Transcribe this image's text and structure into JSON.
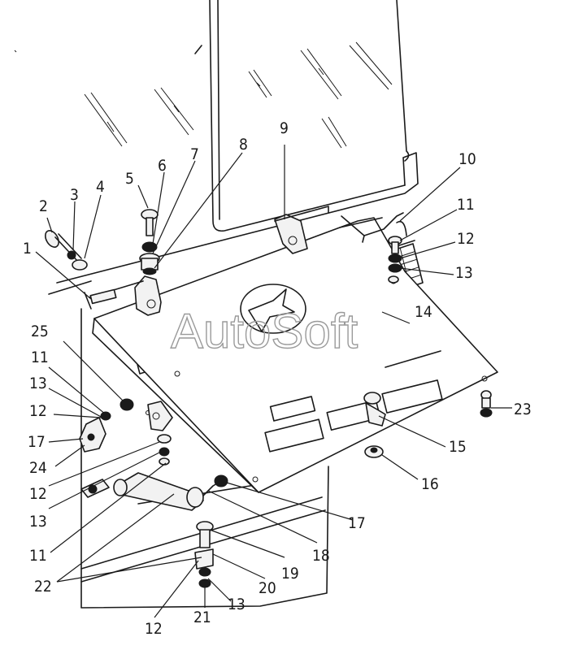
{
  "watermark": "AutoSoft",
  "callouts": [
    {
      "id": "c1",
      "text": "1"
    },
    {
      "id": "c2",
      "text": "2"
    },
    {
      "id": "c3",
      "text": "3"
    },
    {
      "id": "c4",
      "text": "4"
    },
    {
      "id": "c5",
      "text": "5"
    },
    {
      "id": "c6",
      "text": "6"
    },
    {
      "id": "c7",
      "text": "7"
    },
    {
      "id": "c8",
      "text": "8"
    },
    {
      "id": "c9",
      "text": "9"
    },
    {
      "id": "c10",
      "text": "10"
    },
    {
      "id": "c11a",
      "text": "11"
    },
    {
      "id": "c12a",
      "text": "12"
    },
    {
      "id": "c13a",
      "text": "13"
    },
    {
      "id": "c14",
      "text": "14"
    },
    {
      "id": "c25",
      "text": "25"
    },
    {
      "id": "c11b",
      "text": "11"
    },
    {
      "id": "c13b",
      "text": "13"
    },
    {
      "id": "c12b",
      "text": "12"
    },
    {
      "id": "c17a",
      "text": "17"
    },
    {
      "id": "c24",
      "text": "24"
    },
    {
      "id": "c23",
      "text": "23"
    },
    {
      "id": "c15",
      "text": "15"
    },
    {
      "id": "c16",
      "text": "16"
    },
    {
      "id": "c12c",
      "text": "12"
    },
    {
      "id": "c13c",
      "text": "13"
    },
    {
      "id": "c11c",
      "text": "11"
    },
    {
      "id": "c22",
      "text": "22"
    },
    {
      "id": "c17b",
      "text": "17"
    },
    {
      "id": "c18",
      "text": "18"
    },
    {
      "id": "c19",
      "text": "19"
    },
    {
      "id": "c20",
      "text": "20"
    },
    {
      "id": "c12d",
      "text": "12"
    },
    {
      "id": "c21",
      "text": "21"
    },
    {
      "id": "c13d",
      "text": "13"
    }
  ]
}
